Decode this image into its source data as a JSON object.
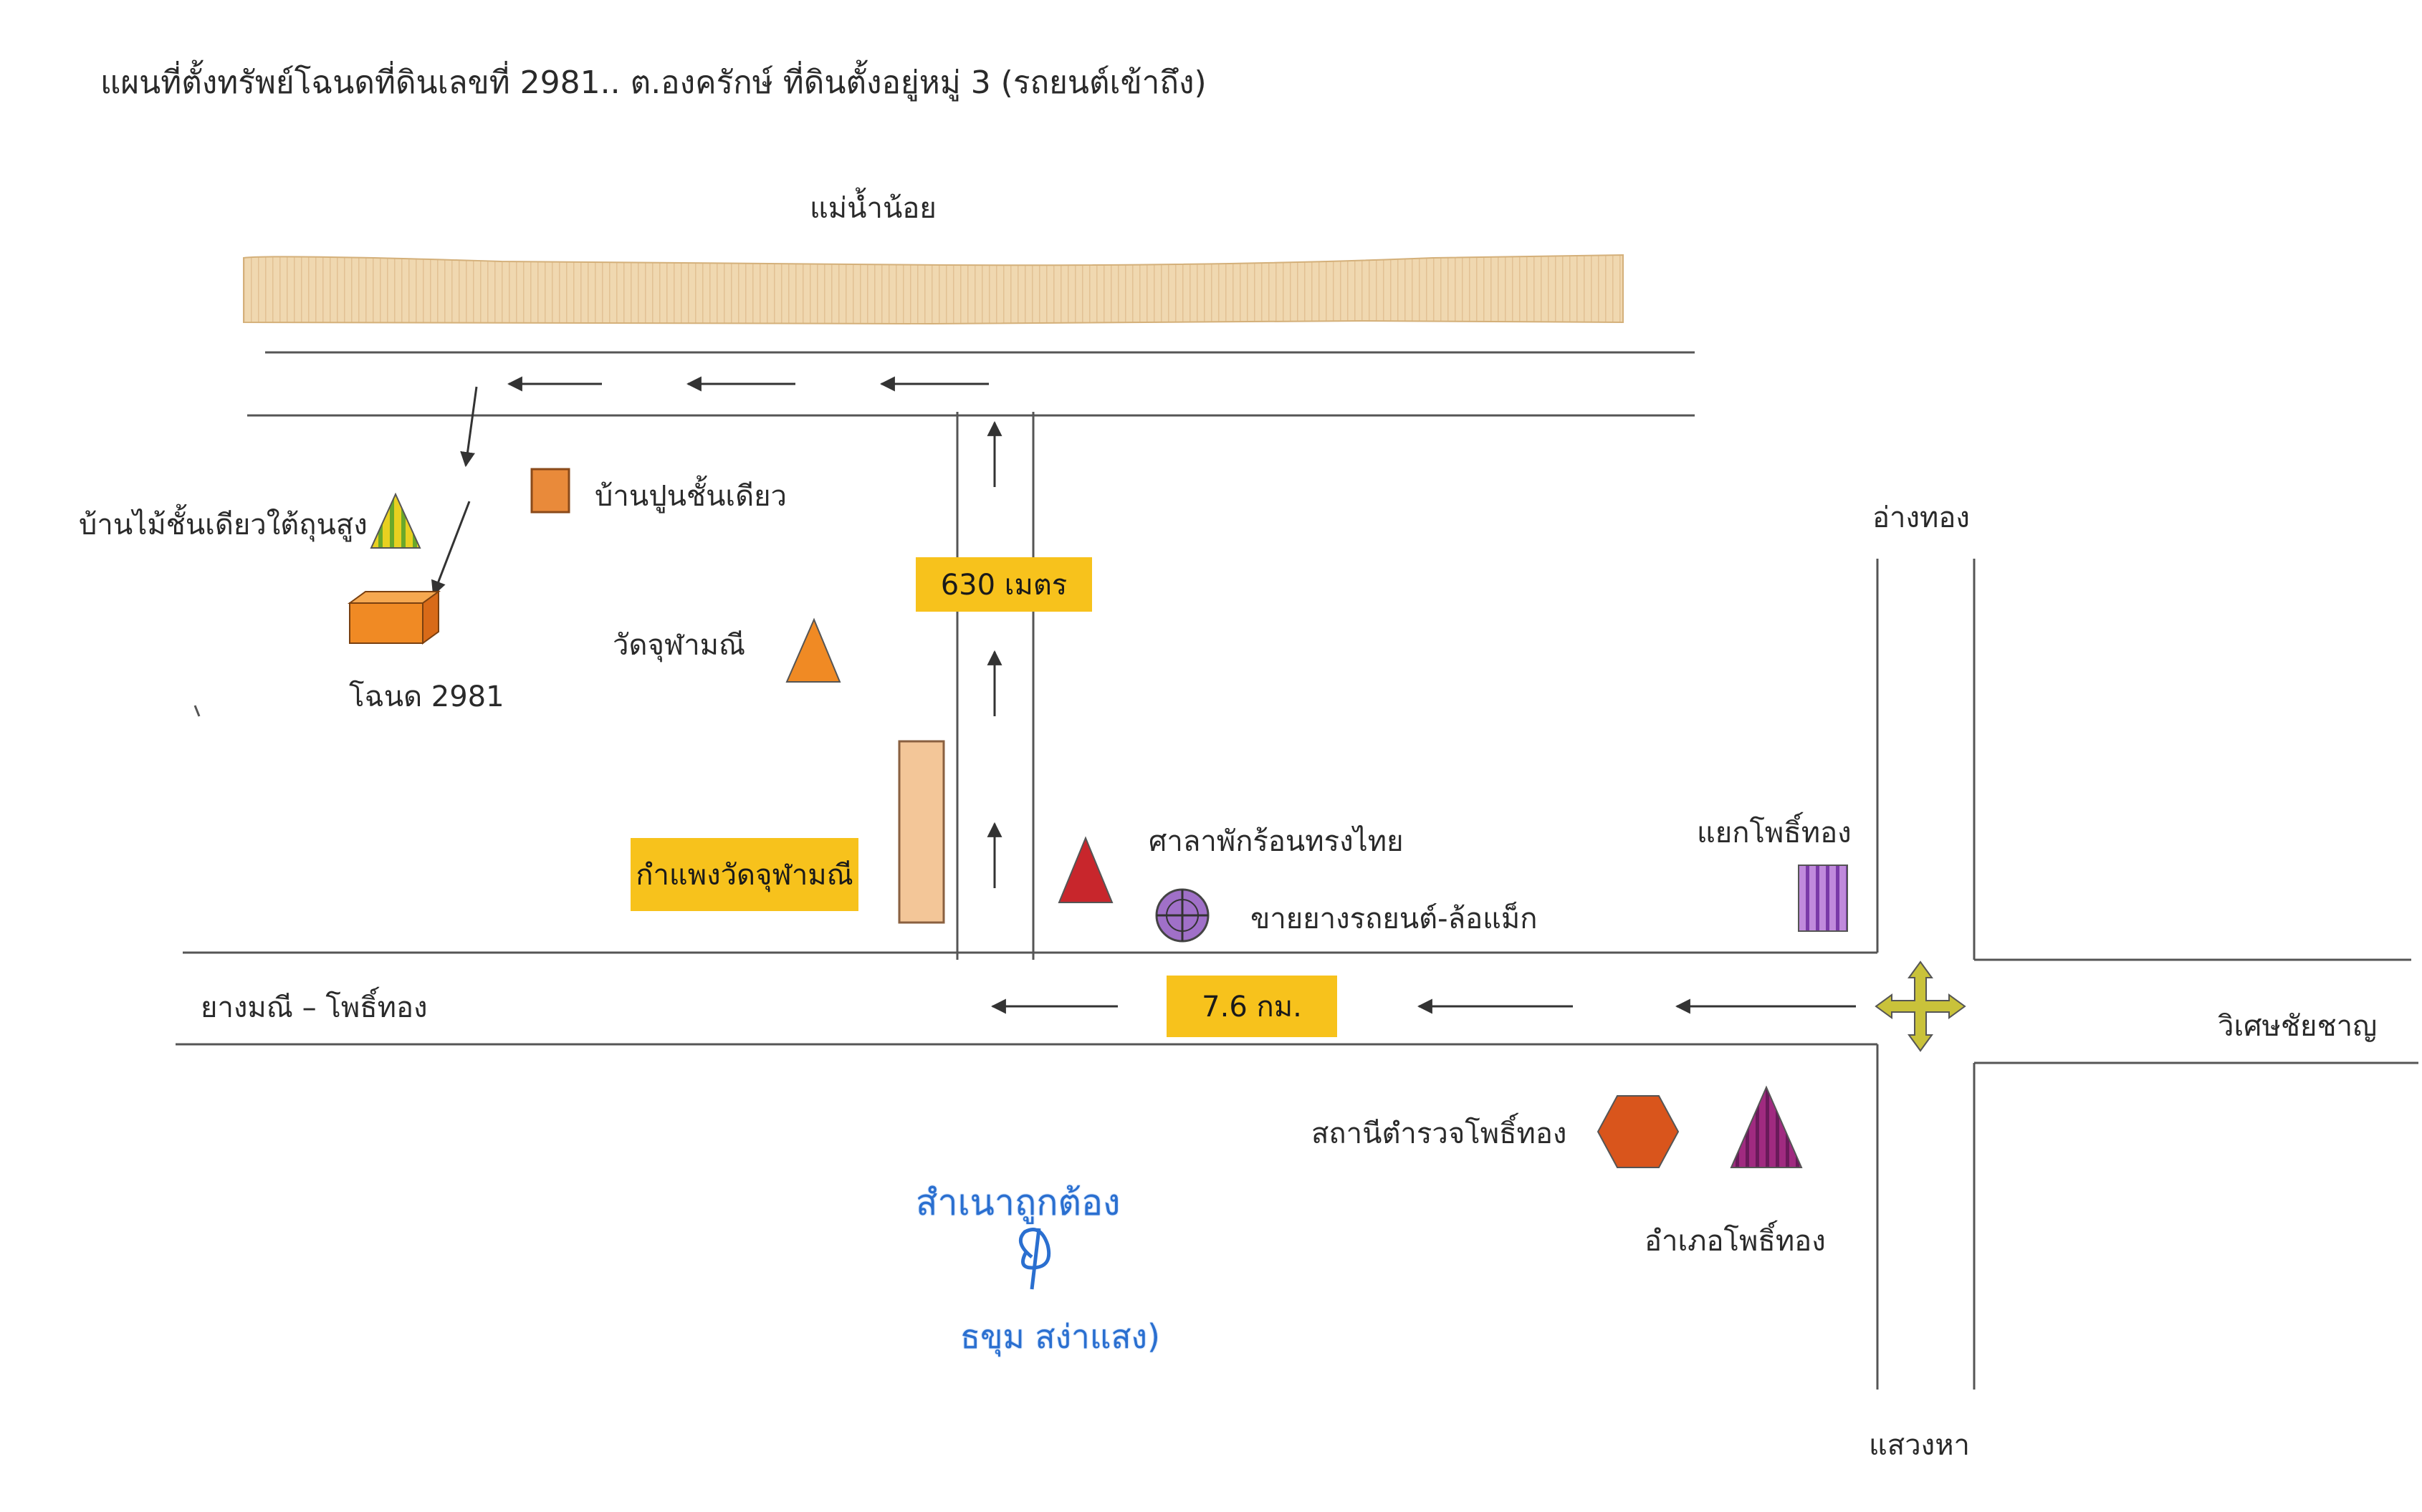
{
  "title": "แผนที่ตั้งทรัพย์โฉนดที่ดินเลขที่ 2981.. ต.องครักษ์ ที่ดินตั้งอยู่หมู่ 3  (รถยนต์เข้าถึง)",
  "river": {
    "label": "แม่น้ำน้อย",
    "color": "#f0d8b0"
  },
  "roads": {
    "main_west": "ยางมณี – โพธิ์ทอง",
    "main_east": "วิเศษชัยชาญ",
    "north": "อ่างทอง",
    "south": "แสวงหา",
    "junction": "แยกโพธิ์ทอง"
  },
  "distances": {
    "side_road": "630 เมตร",
    "main_road": "7.6 กม."
  },
  "landmarks": {
    "target": "โฉนด 2981",
    "wood_house": "บ้านไม้ชั้นเดียวใต้ถุนสูง",
    "concrete_house": "บ้านปูนชั้นเดียว",
    "temple": "วัดจุฬามณี",
    "temple_wall": "กำแพงวัดจุฬามณี",
    "pavilion": "ศาลาพักร้อนทรงไทย",
    "tire_shop": "ขายยางรถยนต์-ล้อแม็ก",
    "police": "สถานีตำรวจโพธิ์ทอง",
    "district": "อำเภอโพธิ์ทอง"
  },
  "stamp": {
    "certified": "สำเนาถูกต้อง",
    "signature": "ศ",
    "name": "ธขุม  สง่าแสง)"
  },
  "colors": {
    "highlight": "#f7c21c",
    "orange": "#f08a24",
    "red": "#c8262c",
    "purple": "#8b2a7a"
  }
}
